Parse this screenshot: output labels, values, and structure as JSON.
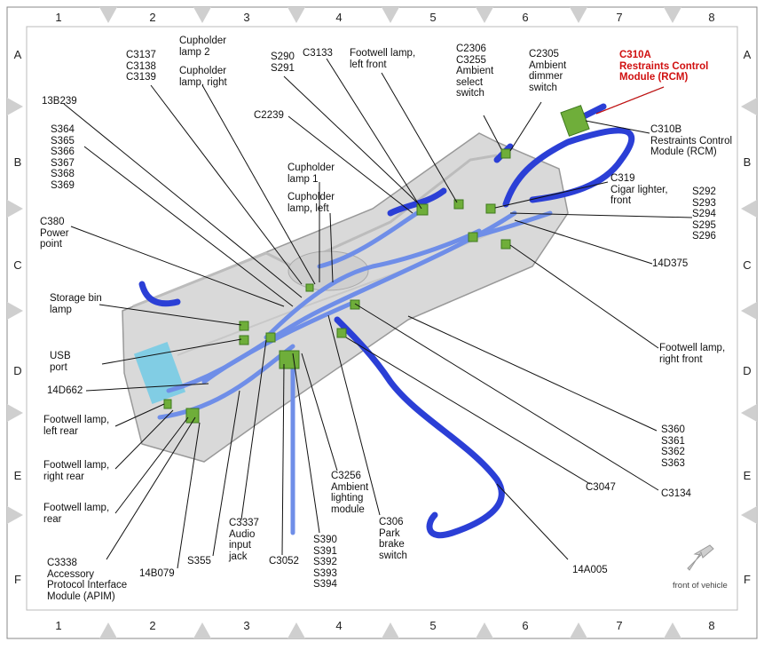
{
  "grid": {
    "columns": [
      "1",
      "2",
      "3",
      "4",
      "5",
      "6",
      "7",
      "8"
    ],
    "rows": [
      "A",
      "B",
      "C",
      "D",
      "E",
      "F"
    ]
  },
  "labels": [
    {
      "id": "c3137",
      "text": "C3137\nC3138\nC3139"
    },
    {
      "id": "cupholder-lamp-2",
      "text": "Cupholder\nlamp 2"
    },
    {
      "id": "cupholder-lamp-right",
      "text": "Cupholder\nlamp, right"
    },
    {
      "id": "s290",
      "text": "S290\nS291"
    },
    {
      "id": "c3133",
      "text": "C3133"
    },
    {
      "id": "footwell-left-front",
      "text": "Footwell lamp,\nleft front"
    },
    {
      "id": "c2306",
      "text": "C2306\nC3255\nAmbient\nselect\nswitch"
    },
    {
      "id": "c2305",
      "text": "C2305\nAmbient\ndimmer\nswitch"
    },
    {
      "id": "c310a",
      "text": "C310A\nRestraints Control\nModule (RCM)"
    },
    {
      "id": "c310b",
      "text": "C310B\nRestraints Control\nModule (RCM)"
    },
    {
      "id": "13b239",
      "text": "13B239"
    },
    {
      "id": "s364",
      "text": "S364\nS365\nS366\nS367\nS368\nS369"
    },
    {
      "id": "c2239",
      "text": "C2239"
    },
    {
      "id": "cupholder-lamp-1",
      "text": "Cupholder\nlamp 1"
    },
    {
      "id": "cupholder-lamp-left",
      "text": "Cupholder\nlamp, left"
    },
    {
      "id": "c319",
      "text": "C319\nCigar lighter,\nfront"
    },
    {
      "id": "s292",
      "text": "S292\nS293\nS294\nS295\nS296"
    },
    {
      "id": "c380",
      "text": "C380\nPower\npoint"
    },
    {
      "id": "14d375",
      "text": "14D375"
    },
    {
      "id": "storage-bin",
      "text": "Storage bin\nlamp"
    },
    {
      "id": "usb",
      "text": "USB\nport"
    },
    {
      "id": "14d662",
      "text": "14D662"
    },
    {
      "id": "footwell-right-front",
      "text": "Footwell lamp,\nright front"
    },
    {
      "id": "footwell-left-rear",
      "text": "Footwell lamp,\nleft rear"
    },
    {
      "id": "footwell-right-rear",
      "text": "Footwell lamp,\nright rear"
    },
    {
      "id": "footwell-rear",
      "text": "Footwell lamp,\nrear"
    },
    {
      "id": "s360",
      "text": "S360\nS361\nS362\nS363"
    },
    {
      "id": "c3047",
      "text": "C3047"
    },
    {
      "id": "c3134",
      "text": "C3134"
    },
    {
      "id": "c3256",
      "text": "C3256\nAmbient\nlighting\nmodule"
    },
    {
      "id": "c306",
      "text": "C306\nPark\nbrake\nswitch"
    },
    {
      "id": "c3337",
      "text": "C3337\nAudio\ninput\njack"
    },
    {
      "id": "s390",
      "text": "S390\nS391\nS392\nS393\nS394"
    },
    {
      "id": "c3338",
      "text": "C3338\nAccessory\nProtocol Interface\nModule (APIM)"
    },
    {
      "id": "14b079",
      "text": "14B079"
    },
    {
      "id": "s355",
      "text": "S355"
    },
    {
      "id": "c3052",
      "text": "C3052"
    },
    {
      "id": "14a005",
      "text": "14A005"
    }
  ],
  "front_of_vehicle": "front of vehicle",
  "colors": {
    "harness": "#2b3fd6",
    "harness_light": "#6f8ee8",
    "connector": "#6fae3a",
    "console": "#d9d9d9",
    "highlight": "#d01010"
  }
}
